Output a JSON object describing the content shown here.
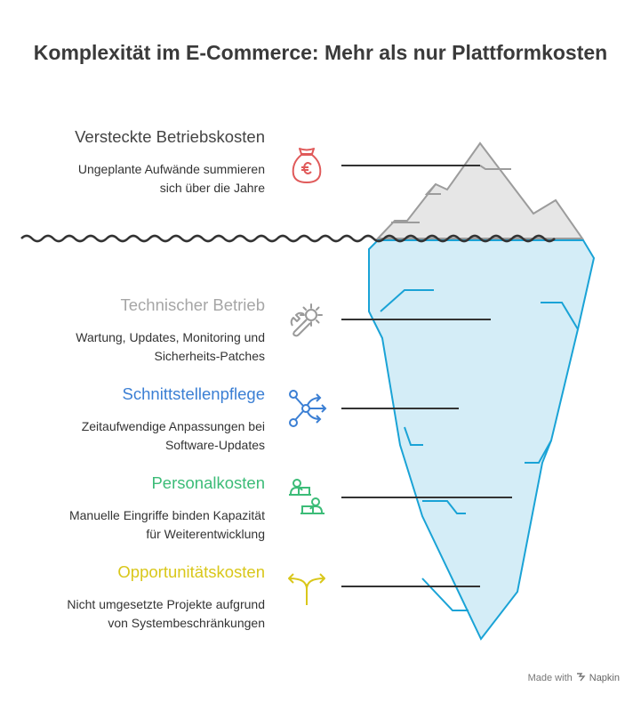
{
  "title": "Komplexität im E-Commerce: Mehr als nur Plattformkosten",
  "items": [
    {
      "heading": "Versteckte Betriebskosten",
      "description_line1": "Ungeplante Aufwände summieren",
      "description_line2": "sich über die Jahre",
      "color": "#444444",
      "icon": "money-bag-euro-icon",
      "icon_color": "#e05a5a"
    },
    {
      "heading": "Technischer Betrieb",
      "description_line1": "Wartung, Updates, Monitoring und",
      "description_line2": "Sicherheits-Patches",
      "color": "#a6a6a6",
      "icon": "wrench-gear-icon",
      "icon_color": "#9a9a9a"
    },
    {
      "heading": "Schnittstellenpflege",
      "description_line1": "Zeitaufwendige Anpassungen bei",
      "description_line2": "Software-Updates",
      "color": "#3b7fd4",
      "icon": "branching-arrows-icon",
      "icon_color": "#3b7fd4"
    },
    {
      "heading": "Personalkosten",
      "description_line1": "Manuelle Eingriffe binden Kapazität",
      "description_line2": "für Weiterentwicklung",
      "color": "#3cbc78",
      "icon": "people-at-desks-icon",
      "icon_color": "#3cbc78"
    },
    {
      "heading": "Opportunitätskosten",
      "description_line1": "Nicht umgesetzte Projekte aufgrund",
      "description_line2": "von Systembeschränkungen",
      "color": "#d9c71a",
      "icon": "split-arrow-icon",
      "icon_color": "#d9c71a"
    }
  ],
  "colors": {
    "iceberg_tip": "#e6e6e6",
    "iceberg_underwater": "#d4edf7",
    "iceberg_outline": "#1aa3d6",
    "water_line": "#333333",
    "connector": "#333333"
  },
  "footer": {
    "made_with": "Made with",
    "brand": "Napkin"
  }
}
